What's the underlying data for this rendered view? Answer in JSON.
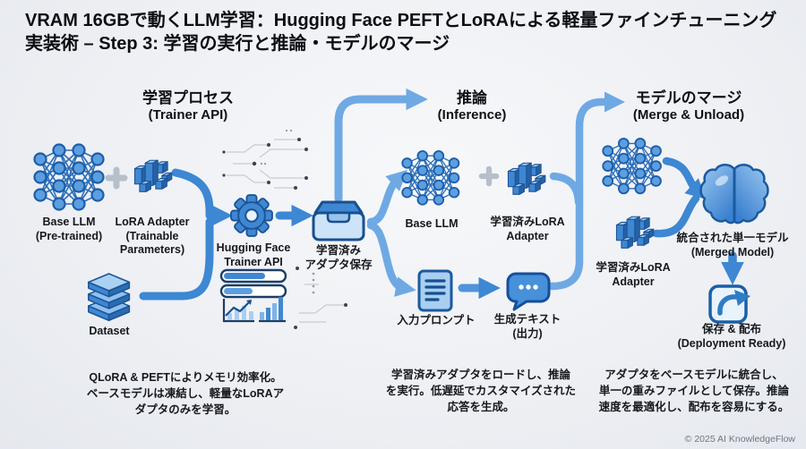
{
  "title": "VRAM 16GBで動くLLM学習：Hugging Face PEFTとLoRAによる軽量ファインチューニング\n実装術 – Step 3: 学習の実行と推論・モデルのマージ",
  "sections": [
    {
      "heading": "学習プロセス",
      "subheading": "(Trainer API)",
      "note": "QLoRA & PEFTによりメモリ効率化。\nベースモデルは凍結し、軽量なLoRAア\nダプタのみを学習。"
    },
    {
      "heading": "推論",
      "subheading": "(Inference)",
      "note": "学習済みアダプタをロードし、推論\nを実行。低遅延でカスタマイズされた\n応答を生成。"
    },
    {
      "heading": "モデルのマージ",
      "subheading": "(Merge & Unload)",
      "note": "アダプタをベースモデルに統合し、\n単一の重みファイルとして保存。推論\n速度を最適化し、配布を容易にする。"
    }
  ],
  "nodes": {
    "base_llm_train": "Base LLM\n(Pre-trained)",
    "lora_train": "LoRA Adapter\n(Trainable\nParameters)",
    "dataset": "Dataset",
    "trainer_api": "Hugging Face\nTrainer API",
    "adapter_save": "学習済み\nアダプタ保存",
    "base_llm_infer": "Base LLM",
    "lora_infer": "学習済みLoRA\nAdapter",
    "input_prompt": "入力プロンプト",
    "generated_text": "生成テキスト\n(出力)",
    "lora_merge": "学習済みLoRA\nAdapter",
    "merged_model": "統合された単一モデル\n(Merged Model)",
    "deploy": "保存 & 配布\n(Deployment Ready)"
  },
  "footer": "© 2025 AI KnowledgeFlow",
  "colors": {
    "arrow": "#3d87d3",
    "arrow_light": "#6fa9e3",
    "icon_primary": "#3f87d2",
    "icon_dark": "#2661a6",
    "icon_light": "#a9cef0",
    "background": "#eef0f4"
  }
}
